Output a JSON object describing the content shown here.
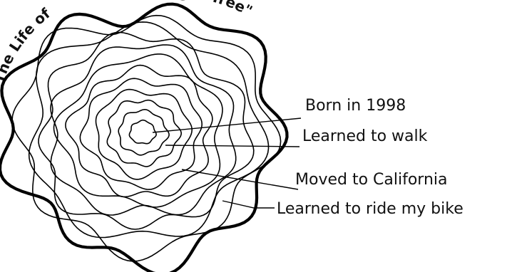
{
  "title": {
    "left": "The Life of",
    "right": "ger Tree\""
  },
  "labels": [
    {
      "text": "Born in 1998"
    },
    {
      "text": "Learned to walk"
    },
    {
      "text": "Moved to California"
    },
    {
      "text": "Learned to ride my bike"
    }
  ],
  "ring_count": 12
}
